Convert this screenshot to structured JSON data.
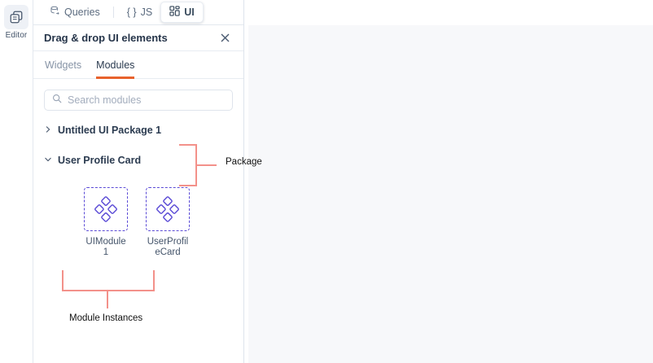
{
  "rail": {
    "items": [
      {
        "label": "Editor",
        "icon": "editor-pages-icon",
        "active": true
      }
    ]
  },
  "panel": {
    "tabs": [
      {
        "label": "Queries",
        "icon": "database-query-icon",
        "active": false
      },
      {
        "label": "JS",
        "icon": "braces-icon",
        "active": false
      },
      {
        "label": "UI",
        "icon": "ui-grid-icon",
        "active": true
      }
    ],
    "title": "Drag & drop UI elements",
    "close_icon": "close-icon",
    "subtabs": [
      {
        "label": "Widgets",
        "active": false
      },
      {
        "label": "Modules",
        "active": true
      }
    ],
    "search": {
      "placeholder": "Search modules",
      "value": "",
      "icon": "search-icon"
    },
    "tree": [
      {
        "label": "Untitled UI Package 1",
        "expanded": false,
        "icon": "chevron-right-icon"
      },
      {
        "label": "User Profile Card",
        "expanded": true,
        "icon": "chevron-down-icon"
      }
    ],
    "modules": [
      {
        "label": "UIModule1",
        "icon": "module-diamond-icon"
      },
      {
        "label": "UserProfileCard",
        "icon": "module-diamond-icon"
      }
    ]
  },
  "annotations": [
    {
      "label": "Package"
    },
    {
      "label": "Module Instances"
    }
  ],
  "colors": {
    "accent_orange": "#e8622c",
    "module_purple": "#5b4bd6",
    "annotation_salmon": "#f3918a",
    "canvas_bg": "#f7f8fa",
    "text_dark": "#2b3b50"
  }
}
